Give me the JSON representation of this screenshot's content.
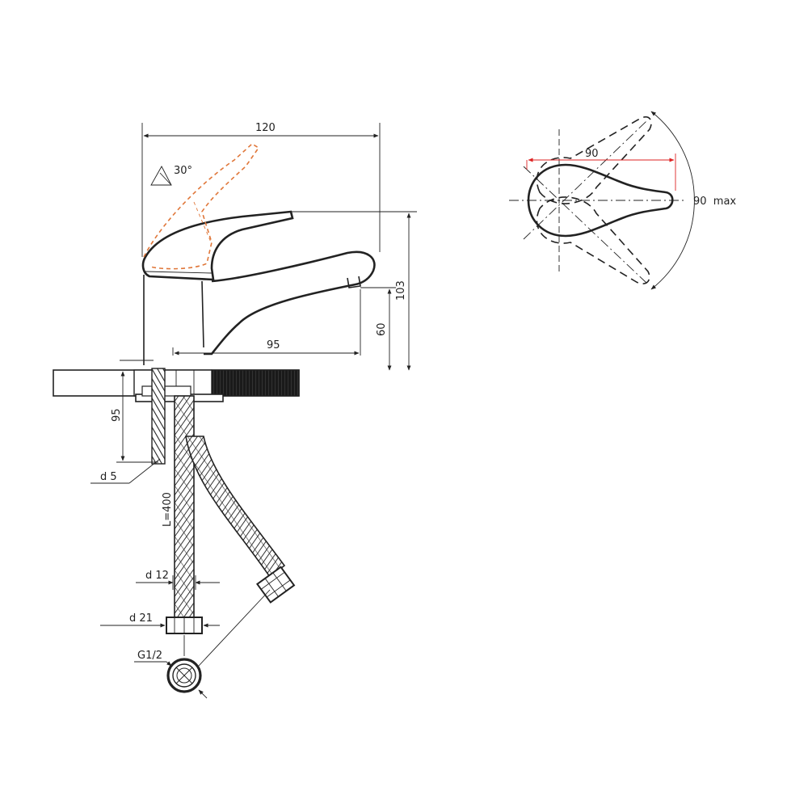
{
  "colors": {
    "line": "#222222",
    "dimension_red": "#dd2222",
    "handle_orange": "#e0773a",
    "counter_dark": "#1a1a1a"
  },
  "side_view": {
    "width_label": "120",
    "tilt_label": "30°",
    "height_label": "103",
    "spout_height_label": "60",
    "spout_reach_label": "95",
    "shank_length_label": "95",
    "stud_label": "d 5",
    "hose_length_label": "L=400",
    "hose_diameter_label": "d 12",
    "nut_diameter_label": "d 21",
    "thread_label": "G1/2"
  },
  "top_view": {
    "handle_length_label": "90",
    "rotation_label": "90  max"
  }
}
